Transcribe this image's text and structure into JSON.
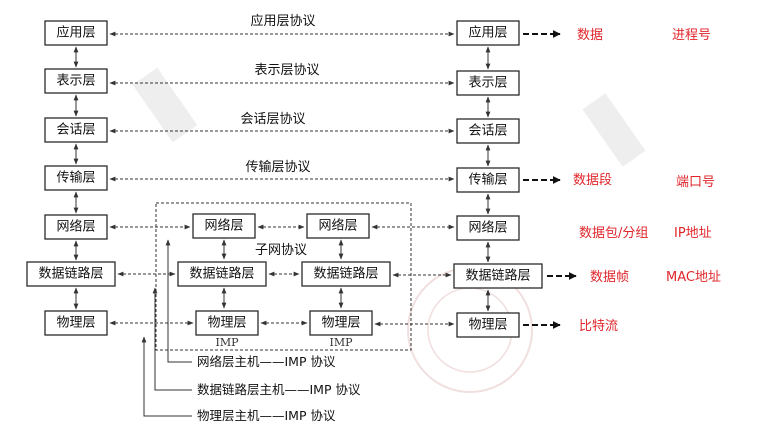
{
  "left_stack": [
    "应用层",
    "表示层",
    "会话层",
    "传输层",
    "网络层",
    "数据链路层",
    "物理层"
  ],
  "right_stack": [
    "应用层",
    "表示层",
    "会话层",
    "传输层",
    "网络层",
    "数据链路层",
    "物理层"
  ],
  "protocols": [
    "应用层协议",
    "表示层协议",
    "会话层协议",
    "传输层协议"
  ],
  "subnet": {
    "label": "子网协议",
    "left_column": [
      "网络层",
      "数据链路层",
      "物理层"
    ],
    "right_column": [
      "网络层",
      "数据链路层",
      "物理层"
    ],
    "imp_labels": [
      "IMP",
      "IMP"
    ]
  },
  "legend_lines": [
    "网络层主机——IMP 协议",
    "数据链路层主机——IMP 协议",
    "物理层主机——IMP 协议"
  ],
  "annotations": [
    {
      "unit": "数据",
      "identifier": "进程号"
    },
    {
      "unit": "数据段",
      "identifier": "端口号"
    },
    {
      "unit": "数据包/分组",
      "identifier": "IP地址"
    },
    {
      "unit": "数据帧",
      "identifier": "MAC地址"
    },
    {
      "unit": "比特流",
      "identifier": ""
    }
  ],
  "colors": {
    "annotation": "#e0262b",
    "box_border": "#2b2b2b"
  }
}
